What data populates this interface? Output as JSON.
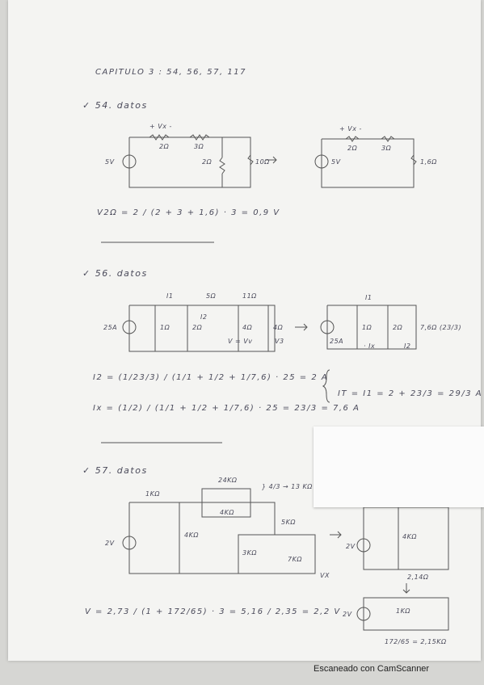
{
  "header": "CAPITULO 3 : 54, 56, 57, 117",
  "p54": {
    "title": "✓ 54. datos",
    "vx": "+ Vx -",
    "r2": "2Ω",
    "r3": "3Ω",
    "r2b": "2Ω",
    "r10": "10Ω",
    "src": "5V",
    "vx2": "+ Vx -",
    "r2c": "2Ω",
    "r3b": "3Ω",
    "req": "1,6Ω",
    "src2": "5V",
    "eq": "V2Ω = 2 / (2 + 3 + 1,6) · 3 = 0,9 V"
  },
  "p56": {
    "title": "✓ 56. datos",
    "i1": "I1",
    "r5": "5Ω",
    "r11": "11Ω",
    "i2": "I2",
    "src": "25A",
    "r1": "1Ω",
    "r2": "2Ω",
    "r4": "4Ω",
    "r4b": "4Ω",
    "vv": "V = Vv",
    "v3": "V3",
    "i1b": "I1",
    "src2": "25A",
    "r1b": "1Ω",
    "r2b": "2Ω",
    "req": "7,6Ω (23/3)",
    "ix": "· Ix",
    "i2b": "I2",
    "eq1": "I2 = (1/23/3) / (1/1 + 1/2 + 1/7,6) · 25 = 2 A",
    "eq2": "Ix = (1/2) / (1/1 + 1/2 + 1/7,6) · 25 = 23/3 = 7,6 A",
    "eq3": "IT = I1 = 2 + 23/3 = 29/3 A"
  },
  "p57": {
    "title": "✓ 57. datos",
    "r1k": "1KΩ",
    "r24k": "24KΩ",
    "r4k": "4KΩ",
    "r4kb": "4KΩ",
    "r3k": "3KΩ",
    "r5k": "5KΩ",
    "r7k": "7KΩ",
    "vx": "VX",
    "frac": "} 4/3 → 13 KΩ",
    "src": "2V",
    "src2": "2V",
    "r4kc": "4KΩ",
    "r214": "2,14Ω",
    "src3": "2V",
    "r1kb": "1KΩ",
    "req": "172/65 = 2,15KΩ",
    "eq": "V = 2,73 / (1 + 172/65) · 3 = 5,16 / 2,35 = 2,2 V"
  },
  "footer": "Escaneado con CamScanner"
}
